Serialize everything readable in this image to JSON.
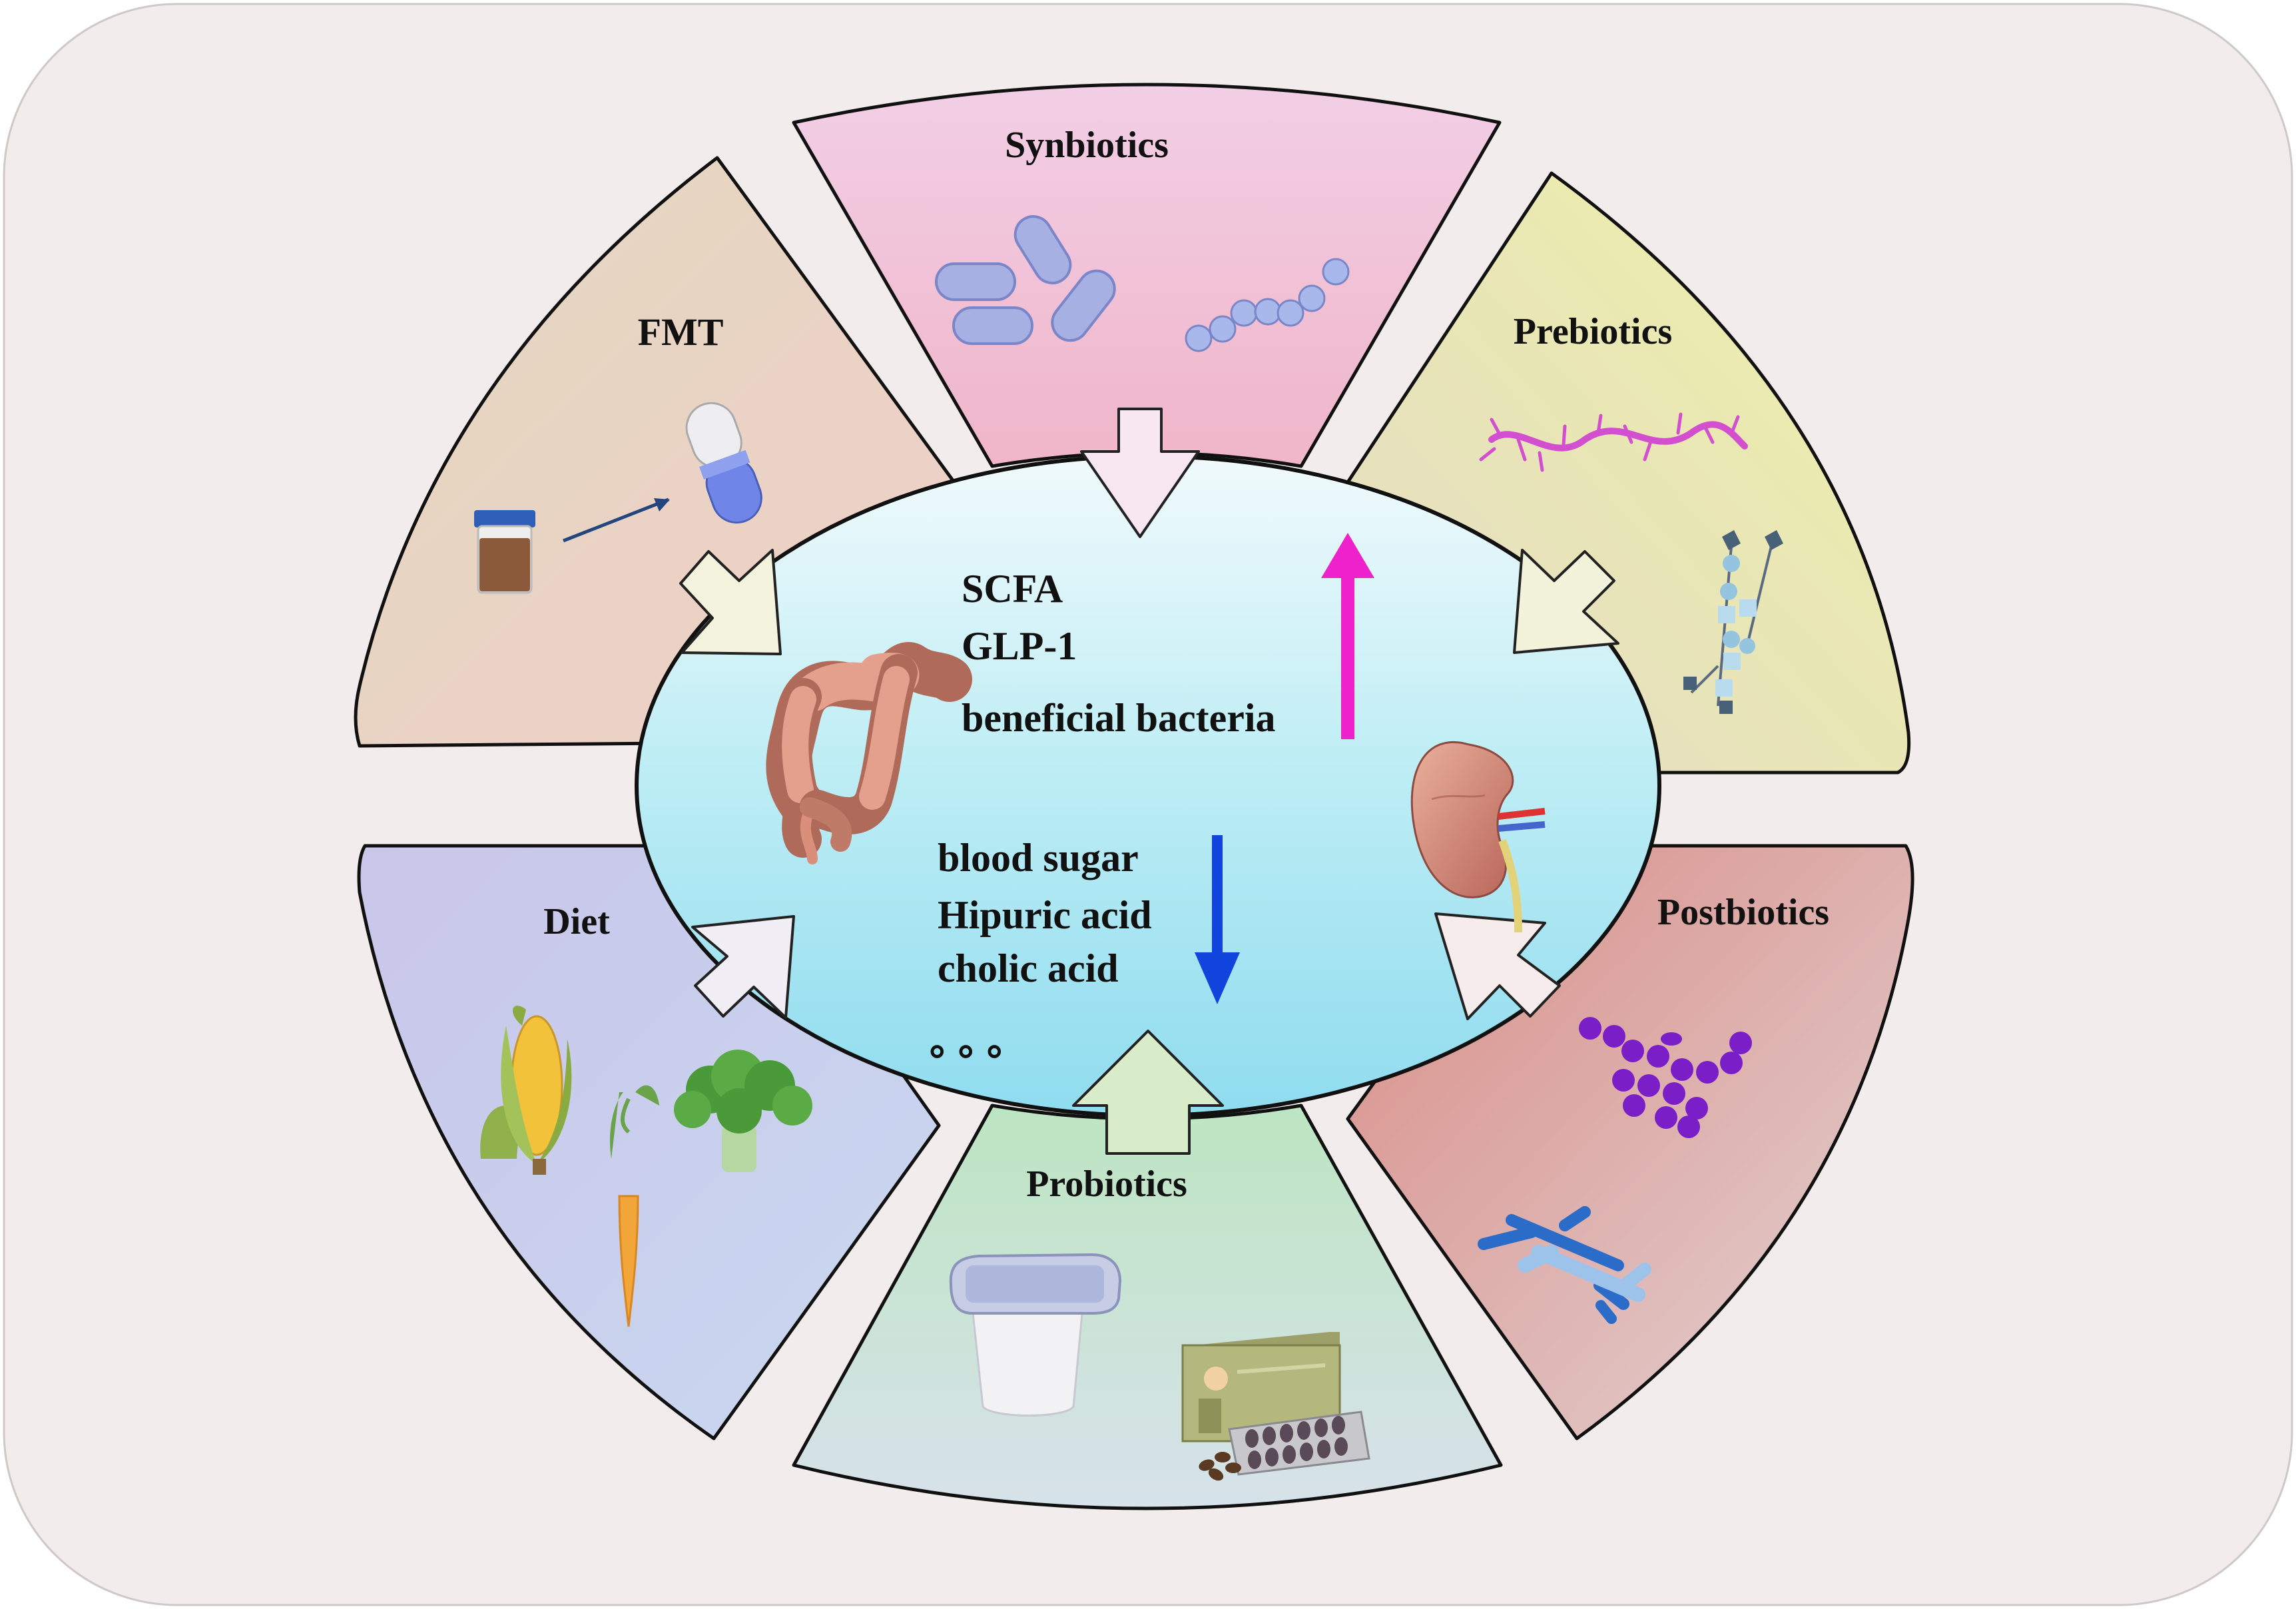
{
  "sectors": {
    "synbiotics": "Synbiotics",
    "fmt": "FMT",
    "prebiotics": "Prebiotics",
    "diet": "Diet",
    "postbiotics": "Postbiotics",
    "probiotics": "Probiotics"
  },
  "increased": [
    "SCFA",
    "GLP-1",
    "beneficial bacteria"
  ],
  "decreased": [
    "blood sugar",
    "Hipuric acid",
    "cholic acid"
  ],
  "ellipsis": "。。。",
  "colors": {
    "background": "#f3ecec",
    "synbiotics": "#f2c4dd",
    "fmt": "#ecd2c8",
    "prebiotics": "#e8e7b6",
    "diet": "#cccdee",
    "postbiotics": "#dd9c98",
    "probiotics": "#c3e3c8",
    "center": "#aee8f2",
    "up_arrow": "#ee22cc",
    "down_arrow": "#1144dd"
  }
}
